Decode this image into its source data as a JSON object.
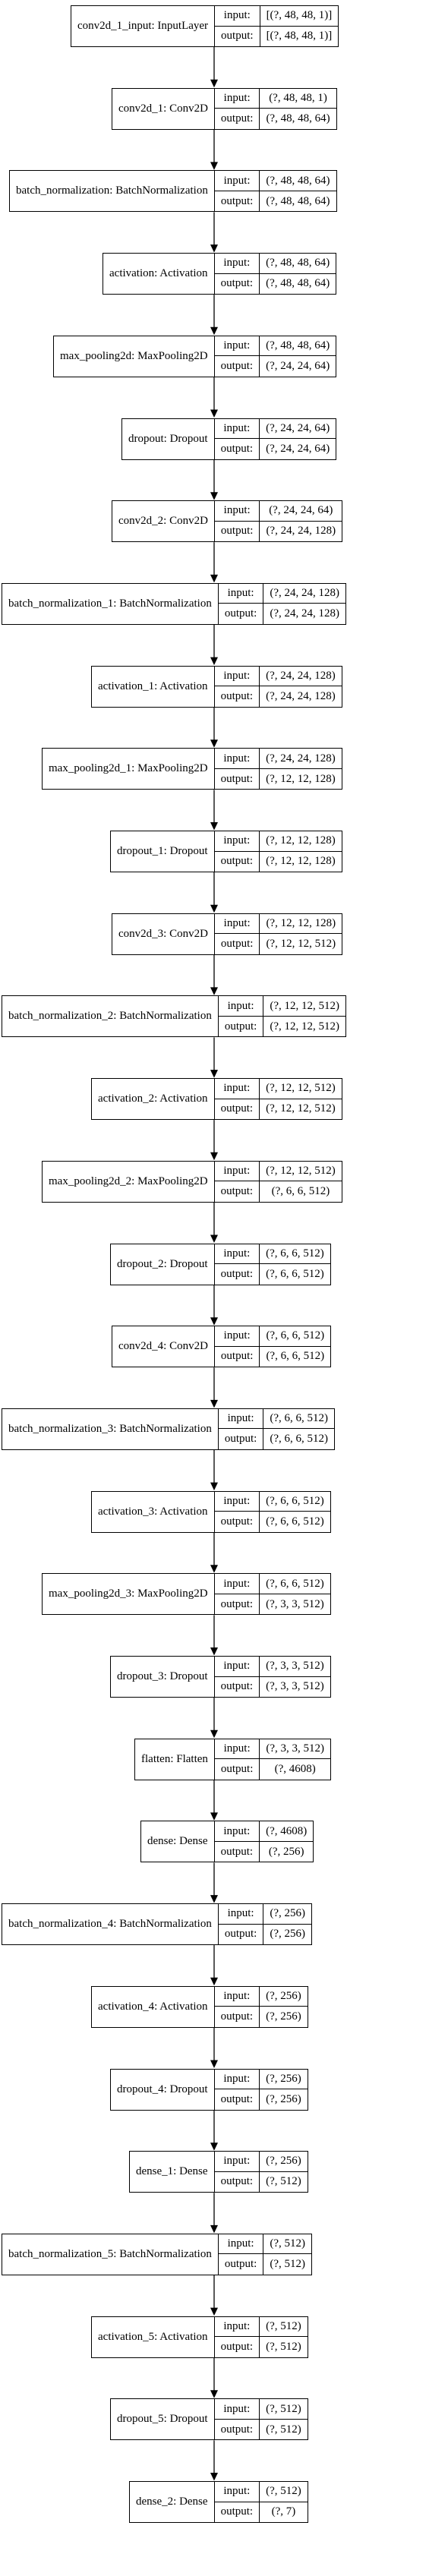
{
  "layers": [
    {
      "name": "conv2d_1_input: InputLayer",
      "input": "[(?, 48, 48, 1)]",
      "output": "[(?, 48, 48, 1)]"
    },
    {
      "name": "conv2d_1: Conv2D",
      "input": "(?, 48, 48, 1)",
      "output": "(?, 48, 48, 64)"
    },
    {
      "name": "batch_normalization: BatchNormalization",
      "input": "(?, 48, 48, 64)",
      "output": "(?, 48, 48, 64)"
    },
    {
      "name": "activation: Activation",
      "input": "(?, 48, 48, 64)",
      "output": "(?, 48, 48, 64)"
    },
    {
      "name": "max_pooling2d: MaxPooling2D",
      "input": "(?, 48, 48, 64)",
      "output": "(?, 24, 24, 64)"
    },
    {
      "name": "dropout: Dropout",
      "input": "(?, 24, 24, 64)",
      "output": "(?, 24, 24, 64)"
    },
    {
      "name": "conv2d_2: Conv2D",
      "input": "(?, 24, 24, 64)",
      "output": "(?, 24, 24, 128)"
    },
    {
      "name": "batch_normalization_1: BatchNormalization",
      "input": "(?, 24, 24, 128)",
      "output": "(?, 24, 24, 128)"
    },
    {
      "name": "activation_1: Activation",
      "input": "(?, 24, 24, 128)",
      "output": "(?, 24, 24, 128)"
    },
    {
      "name": "max_pooling2d_1: MaxPooling2D",
      "input": "(?, 24, 24, 128)",
      "output": "(?, 12, 12, 128)"
    },
    {
      "name": "dropout_1: Dropout",
      "input": "(?, 12, 12, 128)",
      "output": "(?, 12, 12, 128)"
    },
    {
      "name": "conv2d_3: Conv2D",
      "input": "(?, 12, 12, 128)",
      "output": "(?, 12, 12, 512)"
    },
    {
      "name": "batch_normalization_2: BatchNormalization",
      "input": "(?, 12, 12, 512)",
      "output": "(?, 12, 12, 512)"
    },
    {
      "name": "activation_2: Activation",
      "input": "(?, 12, 12, 512)",
      "output": "(?, 12, 12, 512)"
    },
    {
      "name": "max_pooling2d_2: MaxPooling2D",
      "input": "(?, 12, 12, 512)",
      "output": "(?, 6, 6, 512)"
    },
    {
      "name": "dropout_2: Dropout",
      "input": "(?, 6, 6, 512)",
      "output": "(?, 6, 6, 512)"
    },
    {
      "name": "conv2d_4: Conv2D",
      "input": "(?, 6, 6, 512)",
      "output": "(?, 6, 6, 512)"
    },
    {
      "name": "batch_normalization_3: BatchNormalization",
      "input": "(?, 6, 6, 512)",
      "output": "(?, 6, 6, 512)"
    },
    {
      "name": "activation_3: Activation",
      "input": "(?, 6, 6, 512)",
      "output": "(?, 6, 6, 512)"
    },
    {
      "name": "max_pooling2d_3: MaxPooling2D",
      "input": "(?, 6, 6, 512)",
      "output": "(?, 3, 3, 512)"
    },
    {
      "name": "dropout_3: Dropout",
      "input": "(?, 3, 3, 512)",
      "output": "(?, 3, 3, 512)"
    },
    {
      "name": "flatten: Flatten",
      "input": "(?, 3, 3, 512)",
      "output": "(?, 4608)"
    },
    {
      "name": "dense: Dense",
      "input": "(?, 4608)",
      "output": "(?, 256)"
    },
    {
      "name": "batch_normalization_4: BatchNormalization",
      "input": "(?, 256)",
      "output": "(?, 256)"
    },
    {
      "name": "activation_4: Activation",
      "input": "(?, 256)",
      "output": "(?, 256)"
    },
    {
      "name": "dropout_4: Dropout",
      "input": "(?, 256)",
      "output": "(?, 256)"
    },
    {
      "name": "dense_1: Dense",
      "input": "(?, 256)",
      "output": "(?, 512)"
    },
    {
      "name": "batch_normalization_5: BatchNormalization",
      "input": "(?, 512)",
      "output": "(?, 512)"
    },
    {
      "name": "activation_5: Activation",
      "input": "(?, 512)",
      "output": "(?, 512)"
    },
    {
      "name": "dropout_5: Dropout",
      "input": "(?, 512)",
      "output": "(?, 512)"
    },
    {
      "name": "dense_2: Dense",
      "input": "(?, 512)",
      "output": "(?, 7)"
    }
  ],
  "labels": {
    "input": "input:",
    "output": "output:"
  }
}
